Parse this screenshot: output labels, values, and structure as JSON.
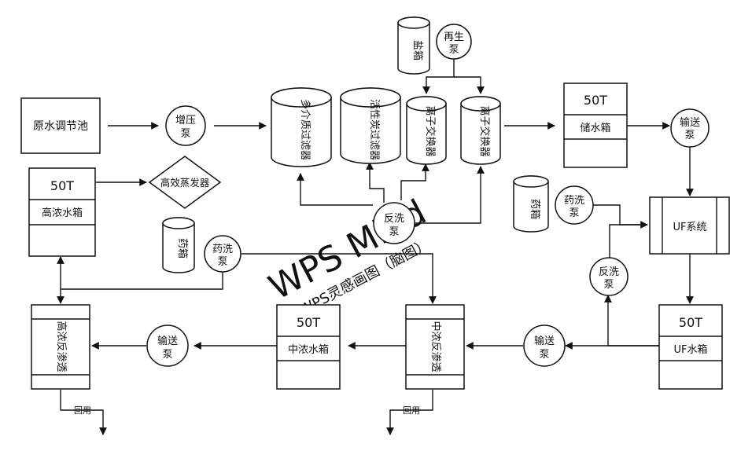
{
  "nodes": {
    "raw_pool": "原水调节池",
    "booster_pump": [
      "增压",
      "泵"
    ],
    "multimedia_filter": "多介质过滤器",
    "carbon_filter": "活性炭过滤器",
    "ion_exchanger_1": "离子交换器",
    "ion_exchanger_2": "离子交换器",
    "salt_tank": "盐箱",
    "regen_pump": [
      "再生",
      "泵"
    ],
    "storage_tank": {
      "capacity": "50T",
      "label": "储水箱"
    },
    "transfer_pump_top": [
      "输送",
      "泵"
    ],
    "backwash_pump_center": [
      "反洗",
      "泵"
    ],
    "chem_tank_mid": "药箱",
    "chem_pump_right": [
      "药洗",
      "泵"
    ],
    "uf_system": "UF系统",
    "backwash_pump_right": [
      "反洗",
      "泵"
    ],
    "uf_tank": {
      "capacity": "50T",
      "label": "UF水箱"
    },
    "transfer_pump_right": [
      "输送",
      "泵"
    ],
    "mid_ro": "中浓反渗透",
    "mid_tank": {
      "capacity": "50T",
      "label": "中浓水箱"
    },
    "transfer_pump_left": [
      "输送",
      "泵"
    ],
    "high_ro": "高浓反渗透",
    "high_tank": {
      "capacity": "50T",
      "label": "高浓水箱"
    },
    "evaporator": "高效蒸发器",
    "chem_tank_left": "药箱",
    "chem_pump_left": [
      "药洗",
      "泵"
    ],
    "reuse_left": "回用",
    "reuse_mid": "回用"
  },
  "watermark": {
    "line1": "WPS Mind",
    "line2": "WPS灵感画图（脑图）"
  }
}
